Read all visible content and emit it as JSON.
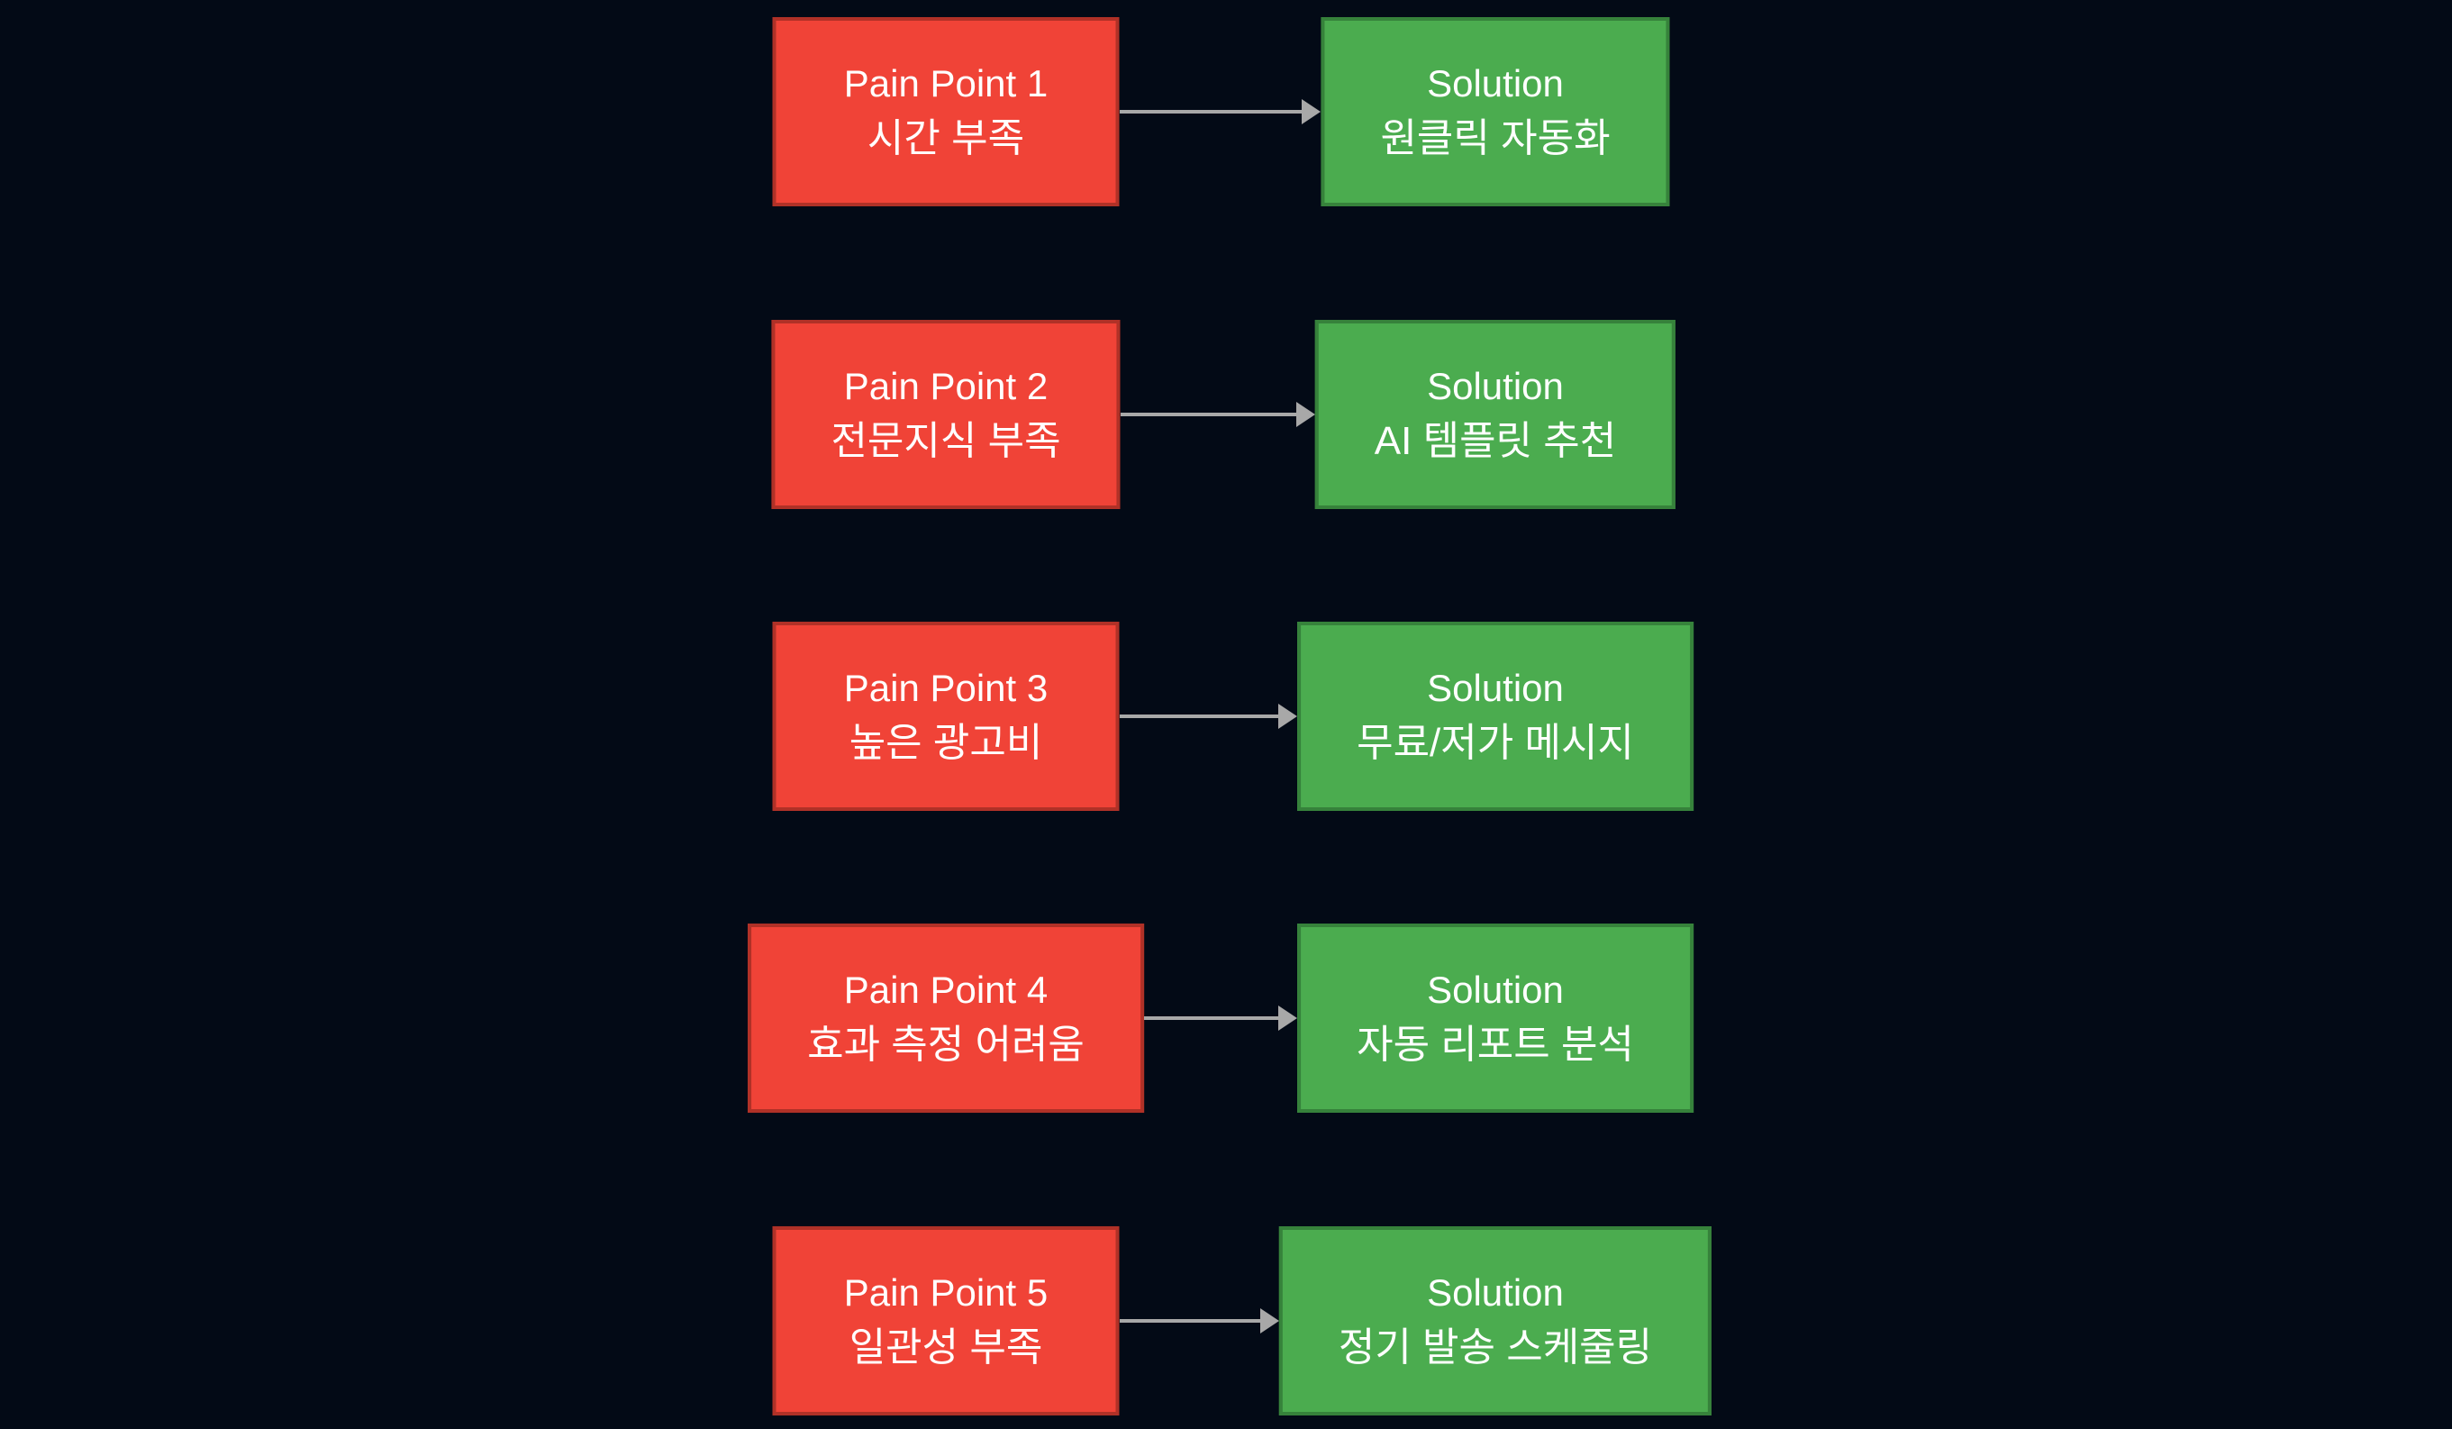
{
  "diagram": {
    "background_color": "#030a16",
    "pain_fill_color": "#f04337",
    "pain_border_color": "#b03127",
    "solution_fill_color": "#4bac4f",
    "solution_border_color": "#36823b",
    "arrow_color": "#a8a8a8",
    "text_color": "#ffffff",
    "rows": [
      {
        "pain": {
          "title": "Pain Point 1",
          "label": "시간 부족"
        },
        "solution": {
          "title": "Solution",
          "label": "원클릭 자동화"
        }
      },
      {
        "pain": {
          "title": "Pain Point 2",
          "label": "전문지식 부족"
        },
        "solution": {
          "title": "Solution",
          "label": "AI 템플릿 추천"
        }
      },
      {
        "pain": {
          "title": "Pain Point 3",
          "label": "높은 광고비"
        },
        "solution": {
          "title": "Solution",
          "label": "무료/저가 메시지"
        }
      },
      {
        "pain": {
          "title": "Pain Point 4",
          "label": "효과 측정 어려움"
        },
        "solution": {
          "title": "Solution",
          "label": "자동 리포트 분석"
        }
      },
      {
        "pain": {
          "title": "Pain Point 5",
          "label": "일관성 부족"
        },
        "solution": {
          "title": "Solution",
          "label": "정기 발송 스케줄링"
        }
      }
    ]
  }
}
